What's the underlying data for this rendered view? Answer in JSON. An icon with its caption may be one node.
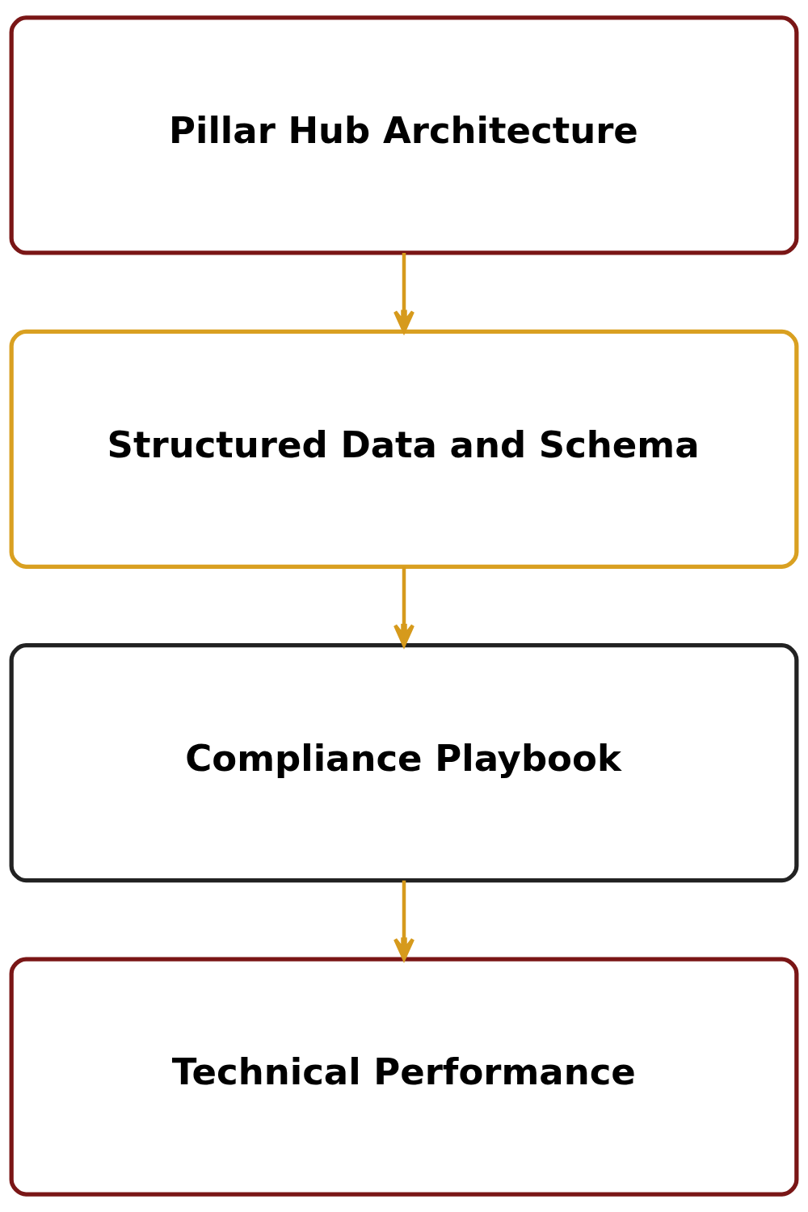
{
  "diagram": {
    "nodes": [
      {
        "text": [
          "Pillar Hub Architecture"
        ]
      },
      {
        "text": [
          "Structured Data and Schema"
        ]
      },
      {
        "text": [
          "Compliance Playbook"
        ]
      },
      {
        "text": [
          "Technical Performance"
        ]
      }
    ],
    "edges": [
      {
        "from": 0,
        "to": 1,
        "arrow": "to"
      },
      {
        "from": 1,
        "to": 2,
        "arrow": "to"
      },
      {
        "from": 2,
        "to": 3,
        "arrow": "to"
      }
    ]
  }
}
